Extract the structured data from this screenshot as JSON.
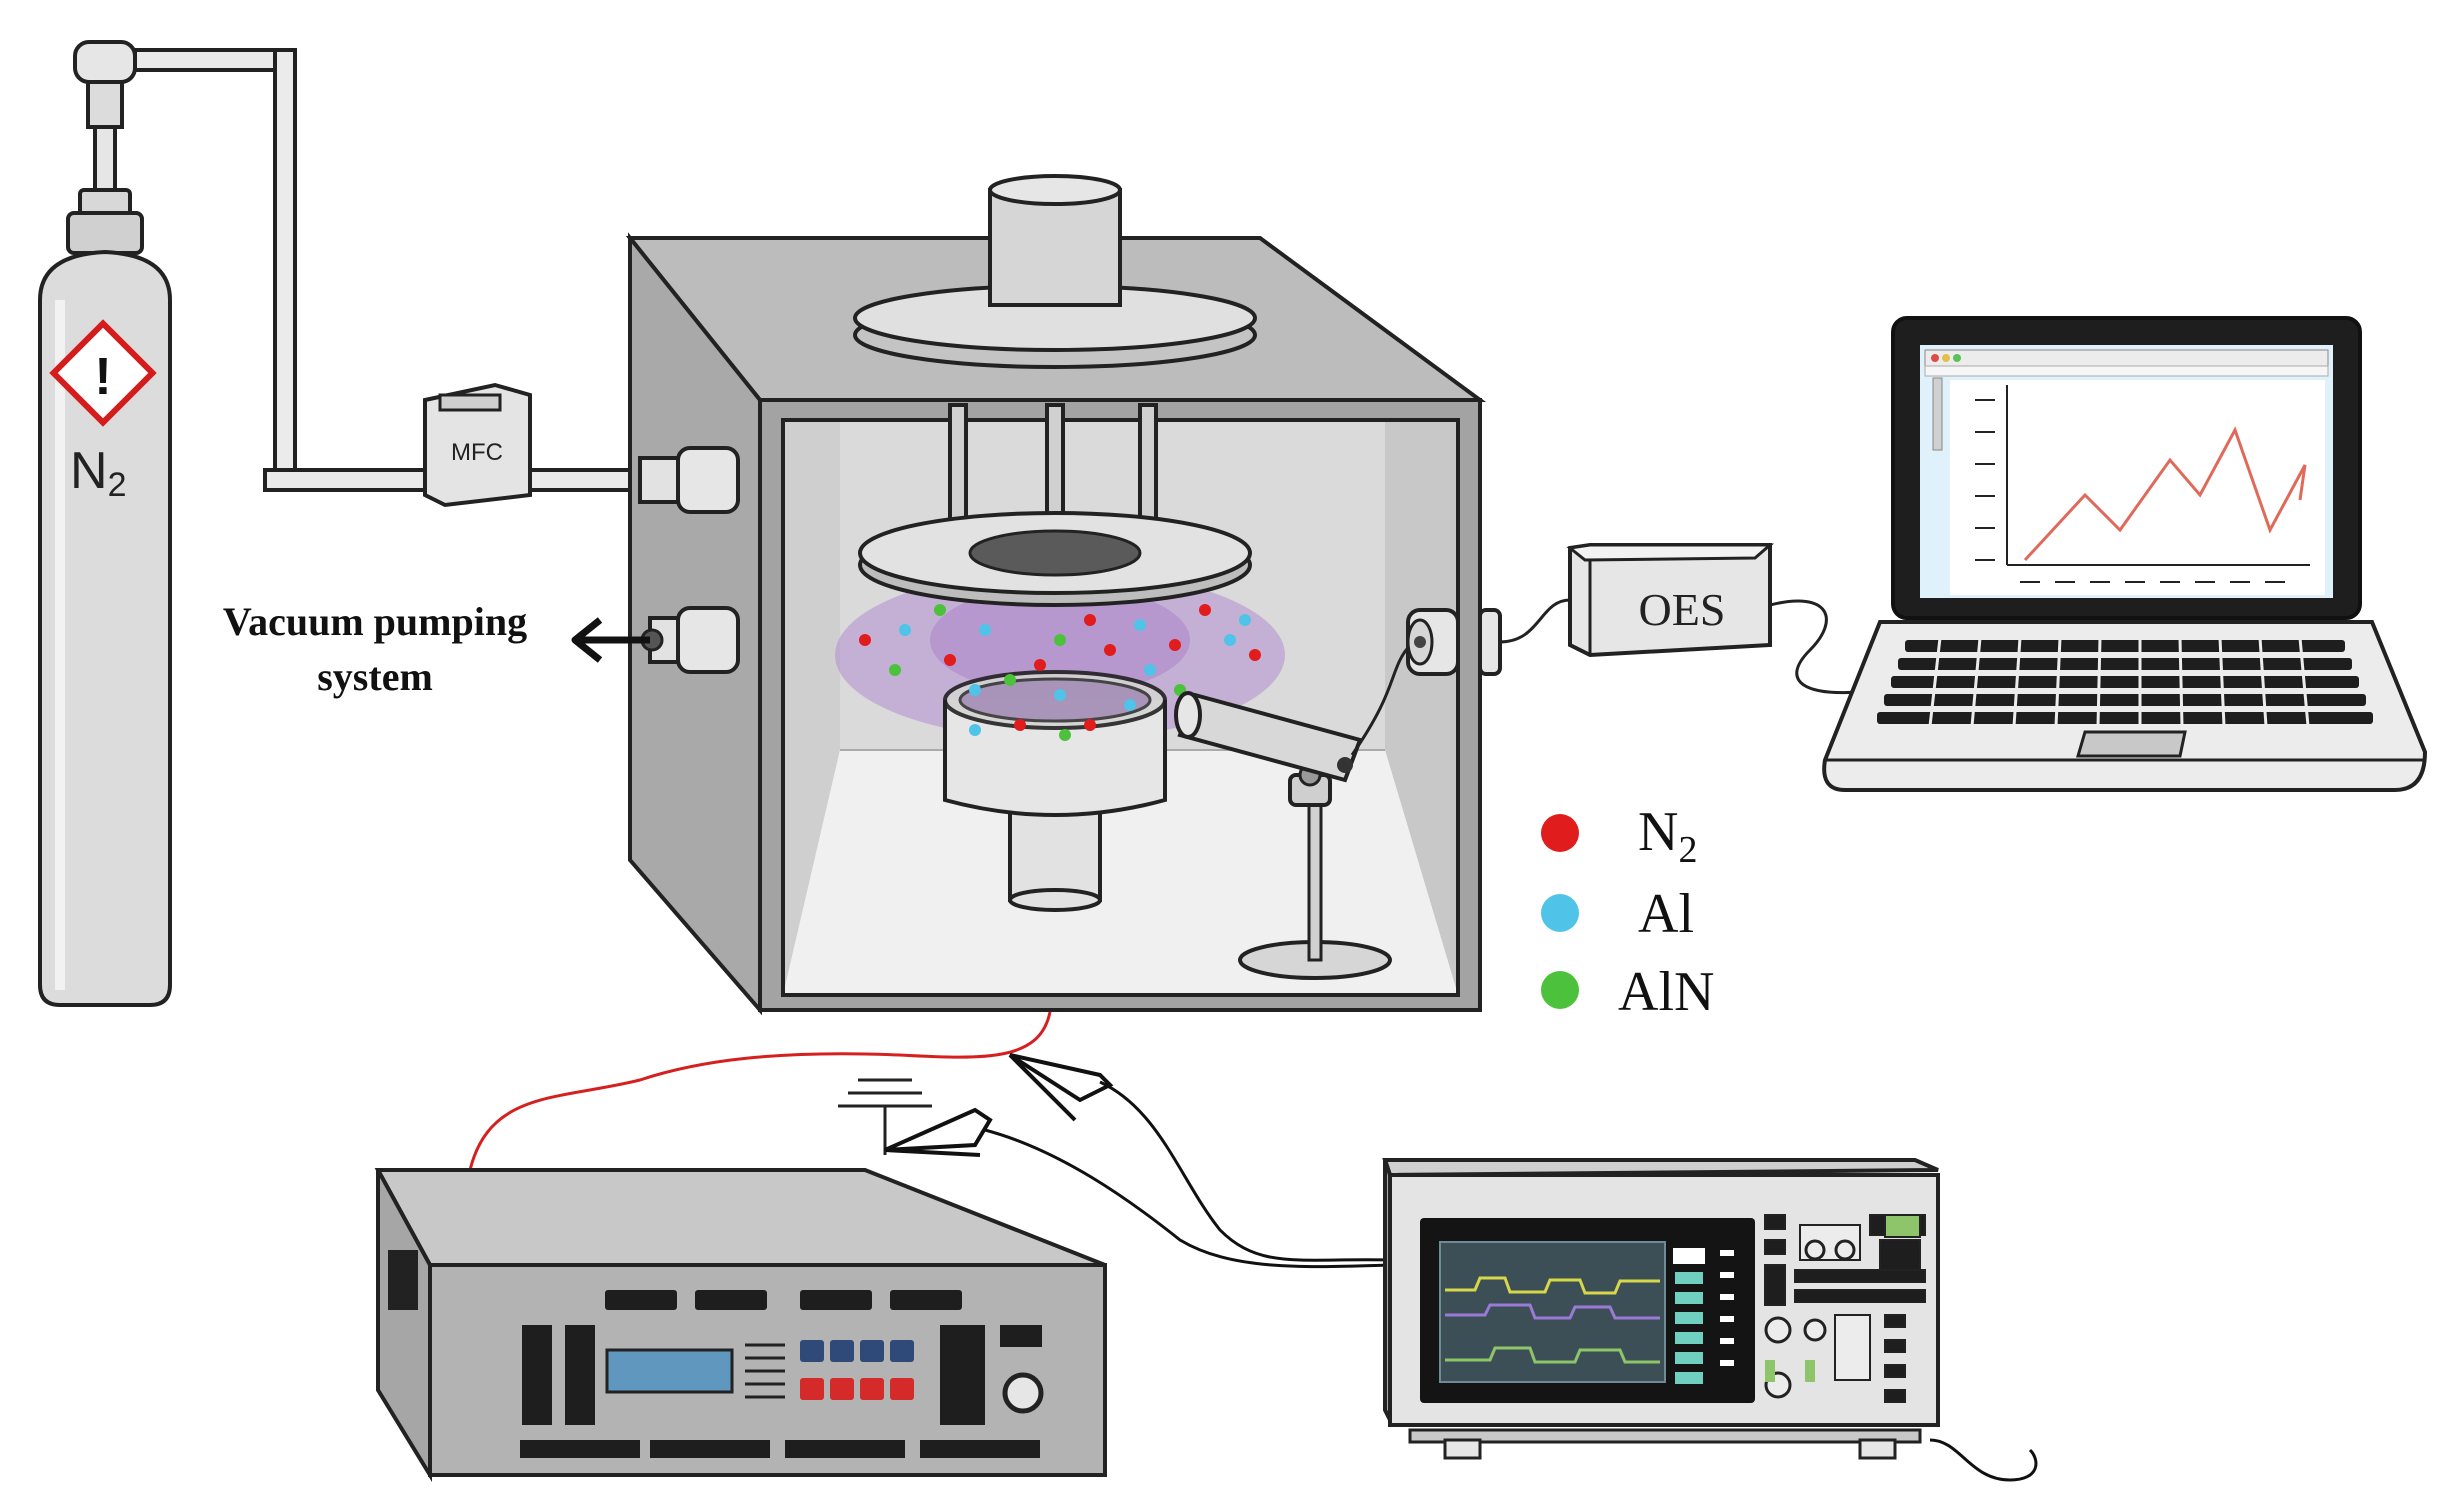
{
  "labels": {
    "cylinder_gas": "N",
    "cylinder_gas_sub": "2",
    "cylinder_hazard": "!",
    "mfc": "MFC",
    "vacuum_line1": "Vacuum pumping",
    "vacuum_line2": "system",
    "oes": "OES"
  },
  "legend": [
    {
      "base": "N",
      "sub": "2",
      "color": "#e01c1c"
    },
    {
      "base": "Al",
      "sub": "",
      "color": "#4fc3e8"
    },
    {
      "base": "AlN",
      "sub": "",
      "color": "#4cc13b"
    }
  ],
  "colors": {
    "red_particle": "#e01c1c",
    "blue_particle": "#4fc3e8",
    "green_particle": "#4cc13b",
    "plasma": "#b48ed1",
    "power_wire": "#d61f1f"
  },
  "icons": {
    "hazard": "exclamation-diamond-icon",
    "arrow": "left-arrow-icon",
    "ground": "ground-symbol-icon"
  }
}
